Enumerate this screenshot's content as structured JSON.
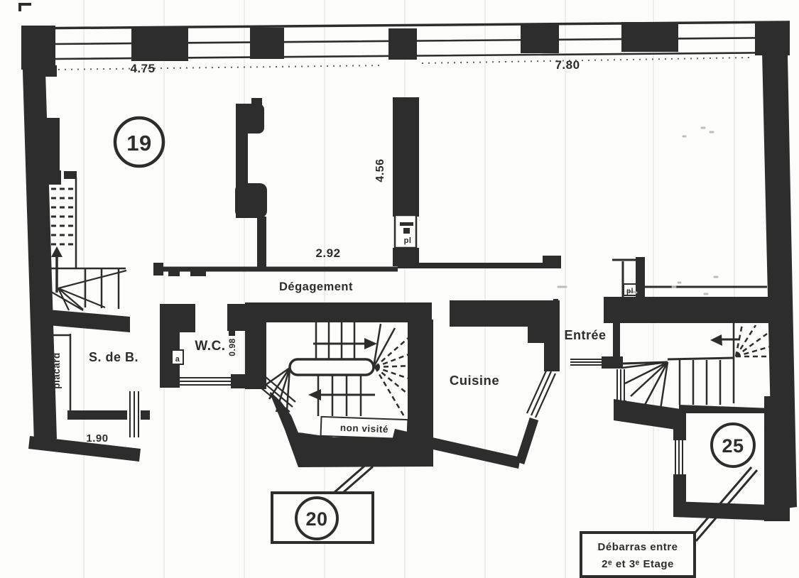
{
  "plan": {
    "labels": {
      "dim_top_left": "4.75",
      "dim_top_right": "7.80",
      "dim_vertical": "4.56",
      "dim_corridor": "2.92",
      "dim_wc": "0.98",
      "dim_bathroom": "1.90",
      "room_19": "19",
      "room_20": "20",
      "room_25": "25",
      "corridor": "Dégagement",
      "kitchen": "Cuisine",
      "entry": "Entrée",
      "bathroom": "S. de B.",
      "wc": "W.C.",
      "closet_tall": "placard",
      "closet_small_center": "pl",
      "closet_small_right": "pl",
      "door_letter": "a",
      "stair_note": "non visité",
      "note_line1": "Débarras entre",
      "note_line2": "2ᵉ et 3ᵉ Etage"
    },
    "icons": {
      "stair_arrows": "direction-arrow-icon",
      "windows": "double-line-window-symbol",
      "doors": "triple-line-door-symbol"
    },
    "colors": {
      "ink": "#2d2d2d",
      "paper": "#fcfcfa",
      "scanline": "#e9e9e6",
      "pencil": "#b5b5b0"
    }
  }
}
